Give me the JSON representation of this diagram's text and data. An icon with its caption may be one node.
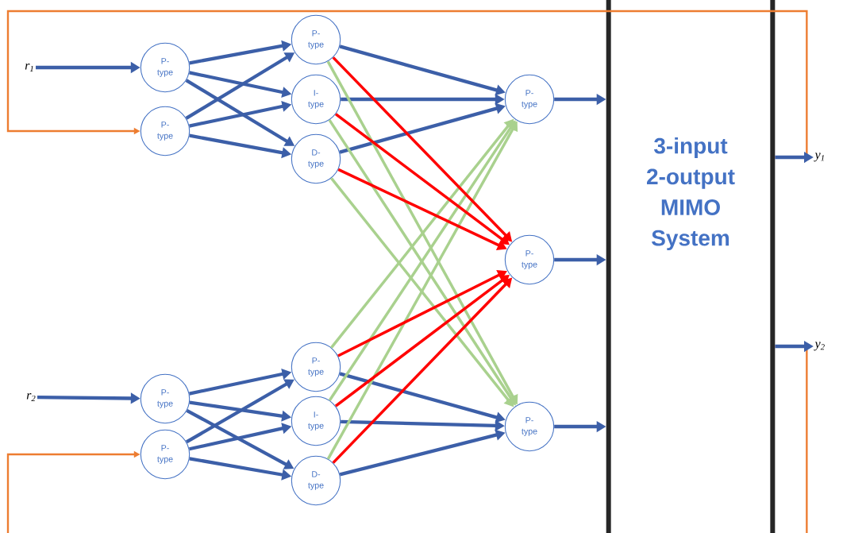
{
  "diagram": {
    "nodes": [
      {
        "text": [
          "r$_{1}$"
        ]
      },
      {
        "text": [
          "r$_{2}$"
        ]
      },
      {
        "text": [
          "P- type"
        ]
      },
      {
        "text": [
          "P- type"
        ]
      },
      {
        "text": [
          "P- type"
        ]
      },
      {
        "text": [
          "P- type"
        ]
      },
      {
        "text": [
          "P- type"
        ]
      },
      {
        "text": [
          "I- type"
        ]
      },
      {
        "text": [
          "D- type"
        ]
      },
      {
        "text": [
          "P- type"
        ]
      },
      {
        "text": [
          "I- type"
        ]
      },
      {
        "text": [
          "D- type"
        ]
      },
      {
        "text": [
          "P- type"
        ]
      },
      {
        "text": [
          "P- type"
        ]
      },
      {
        "text": [
          "P- type"
        ]
      },
      {
        "text": [
          "3-input 2-output MIMO System"
        ]
      },
      {
        "text": [
          "y$_{1}$"
        ]
      },
      {
        "text": [
          "y$_{2}$"
        ]
      }
    ],
    "edges": [
      {
        "from": 0,
        "to": 2,
        "arrow": "to"
      },
      {
        "from": 1,
        "to": 4,
        "arrow": "to"
      },
      {
        "from": 15,
        "to": 3,
        "arrow": "to",
        "color": "#ed7d31"
      },
      {
        "from": 15,
        "to": 5,
        "arrow": "to",
        "color": "#ed7d31"
      },
      {
        "from": 2,
        "to": 6,
        "arrow": "to"
      },
      {
        "from": 2,
        "to": 7,
        "arrow": "to"
      },
      {
        "from": 2,
        "to": 8,
        "arrow": "to"
      },
      {
        "from": 3,
        "to": 6,
        "arrow": "to"
      },
      {
        "from": 3,
        "to": 7,
        "arrow": "to"
      },
      {
        "from": 3,
        "to": 8,
        "arrow": "to"
      },
      {
        "from": 4,
        "to": 9,
        "arrow": "to"
      },
      {
        "from": 4,
        "to": 10,
        "arrow": "to"
      },
      {
        "from": 4,
        "to": 11,
        "arrow": "to"
      },
      {
        "from": 5,
        "to": 9,
        "arrow": "to"
      },
      {
        "from": 5,
        "to": 10,
        "arrow": "to"
      },
      {
        "from": 5,
        "to": 11,
        "arrow": "to"
      },
      {
        "from": 6,
        "to": 12,
        "arrow": "to"
      },
      {
        "from": 7,
        "to": 12,
        "arrow": "to"
      },
      {
        "from": 8,
        "to": 12,
        "arrow": "to"
      },
      {
        "from": 9,
        "to": 14,
        "arrow": "to"
      },
      {
        "from": 10,
        "to": 14,
        "arrow": "to"
      },
      {
        "from": 11,
        "to": 14,
        "arrow": "to"
      },
      {
        "from": 6,
        "to": 14,
        "arrow": "to",
        "color": "#a9d18e"
      },
      {
        "from": 7,
        "to": 14,
        "arrow": "to",
        "color": "#a9d18e"
      },
      {
        "from": 8,
        "to": 14,
        "arrow": "to",
        "color": "#a9d18e"
      },
      {
        "from": 9,
        "to": 12,
        "arrow": "to",
        "color": "#a9d18e"
      },
      {
        "from": 10,
        "to": 12,
        "arrow": "to",
        "color": "#a9d18e"
      },
      {
        "from": 11,
        "to": 12,
        "arrow": "to",
        "color": "#a9d18e"
      },
      {
        "from": 6,
        "to": 13,
        "arrow": "to",
        "color": "#ff0000"
      },
      {
        "from": 7,
        "to": 13,
        "arrow": "to",
        "color": "#ff0000"
      },
      {
        "from": 8,
        "to": 13,
        "arrow": "to",
        "color": "#ff0000"
      },
      {
        "from": 9,
        "to": 13,
        "arrow": "to",
        "color": "#ff0000"
      },
      {
        "from": 10,
        "to": 13,
        "arrow": "to",
        "color": "#ff0000"
      },
      {
        "from": 11,
        "to": 13,
        "arrow": "to",
        "color": "#ff0000"
      },
      {
        "from": 12,
        "to": 15,
        "arrow": "to"
      },
      {
        "from": 13,
        "to": 15,
        "arrow": "to"
      },
      {
        "from": 14,
        "to": 15,
        "arrow": "to"
      },
      {
        "from": 15,
        "to": 16,
        "arrow": "to"
      },
      {
        "from": 15,
        "to": 17,
        "arrow": "to"
      }
    ]
  }
}
